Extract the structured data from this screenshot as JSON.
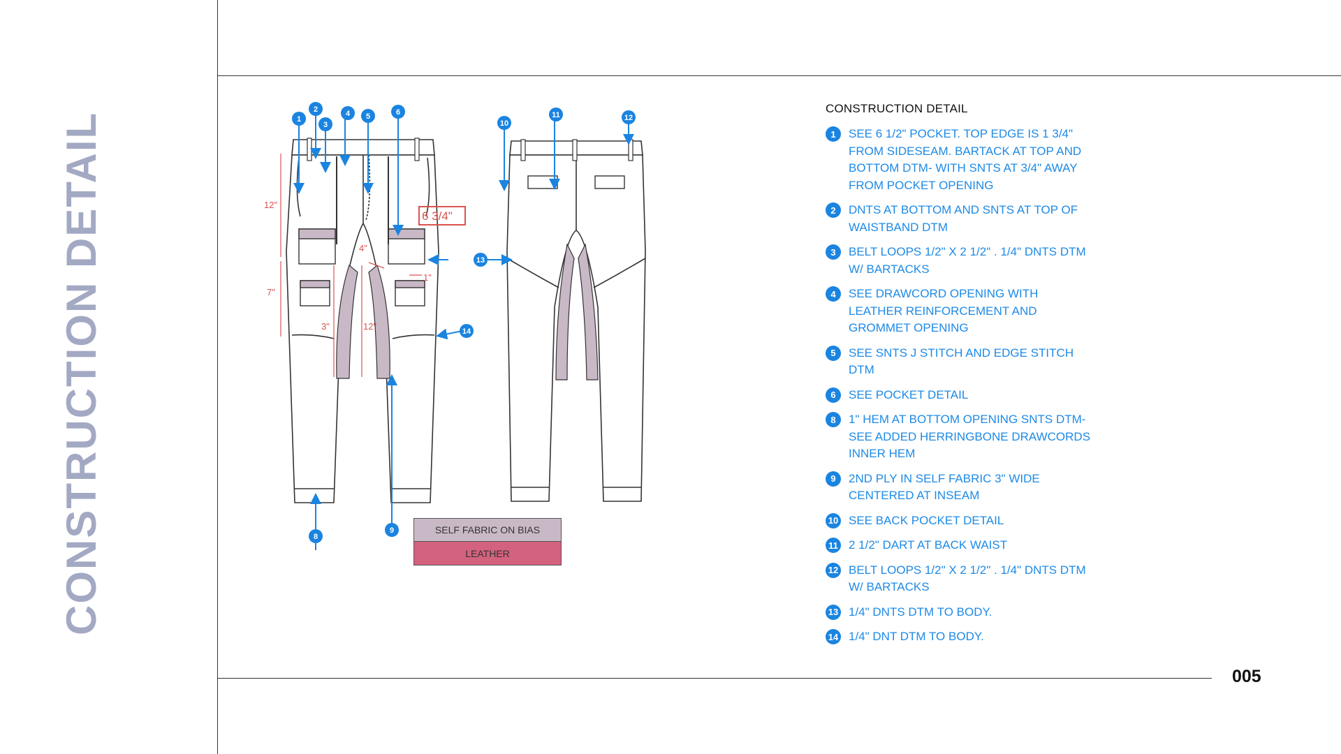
{
  "page": {
    "side_title": "CONSTRUCTION DETAIL",
    "page_number": "005"
  },
  "notes": {
    "heading": "CONSTRUCTION DETAIL",
    "items": [
      {
        "num": "1",
        "text": "SEE 6 1/2\" POCKET. TOP EDGE IS 1 3/4\" FROM SIDESEAM. BARTACK AT TOP AND BOTTOM DTM- WITH SNTS AT 3/4\" AWAY FROM POCKET OPENING"
      },
      {
        "num": "2",
        "text": "DNTS AT BOTTOM AND SNTS AT TOP OF WAISTBAND DTM"
      },
      {
        "num": "3",
        "text": "BELT LOOPS 1/2\" X 2 1/2\" . 1/4\" DNTS DTM W/ BARTACKS"
      },
      {
        "num": "4",
        "text": "SEE DRAWCORD OPENING WITH LEATHER REINFORCEMENT AND GROMMET OPENING"
      },
      {
        "num": "5",
        "text": "SEE SNTS J STITCH AND EDGE STITCH DTM"
      },
      {
        "num": "6",
        "text": "SEE POCKET DETAIL"
      },
      {
        "num": "8",
        "text": "1\" HEM AT BOTTOM OPENING SNTS DTM- SEE ADDED HERRINGBONE DRAWCORDS INNER HEM"
      },
      {
        "num": "9",
        "text": "2ND PLY IN SELF FABRIC 3\" WIDE CENTERED AT INSEAM"
      },
      {
        "num": "10",
        "text": "SEE BACK POCKET DETAIL"
      },
      {
        "num": "11",
        "text": "2 1/2\" DART AT BACK WAIST"
      },
      {
        "num": "12",
        "text": "BELT LOOPS 1/2\" X 2 1/2\" . 1/4\" DNTS DTM W/ BARTACKS"
      },
      {
        "num": "13",
        "text": "1/4\" DNTS DTM TO BODY."
      },
      {
        "num": "14",
        "text": "1/4\" DNT DTM TO BODY."
      }
    ]
  },
  "drawing": {
    "measure_labels": {
      "m12_top": "12\"",
      "m7": "7\"",
      "m4": "4\"",
      "m1": "1\"",
      "m3": "3\"",
      "m12_inner": "12\"",
      "pocket_box": "6 3/4\""
    },
    "callouts_front": [
      "1",
      "2",
      "3",
      "4",
      "5",
      "6",
      "8",
      "9",
      "13",
      "14"
    ],
    "callouts_back": [
      "10",
      "11",
      "12"
    ]
  },
  "legend": {
    "self_fabric": "SELF FABRIC ON BIAS",
    "leather": "LEATHER"
  },
  "colors": {
    "accent": "#1a84e0",
    "title": "#a3a9c3",
    "measure": "#d9534f",
    "self_fabric": "#c9b9c6",
    "leather": "#d3627e"
  }
}
